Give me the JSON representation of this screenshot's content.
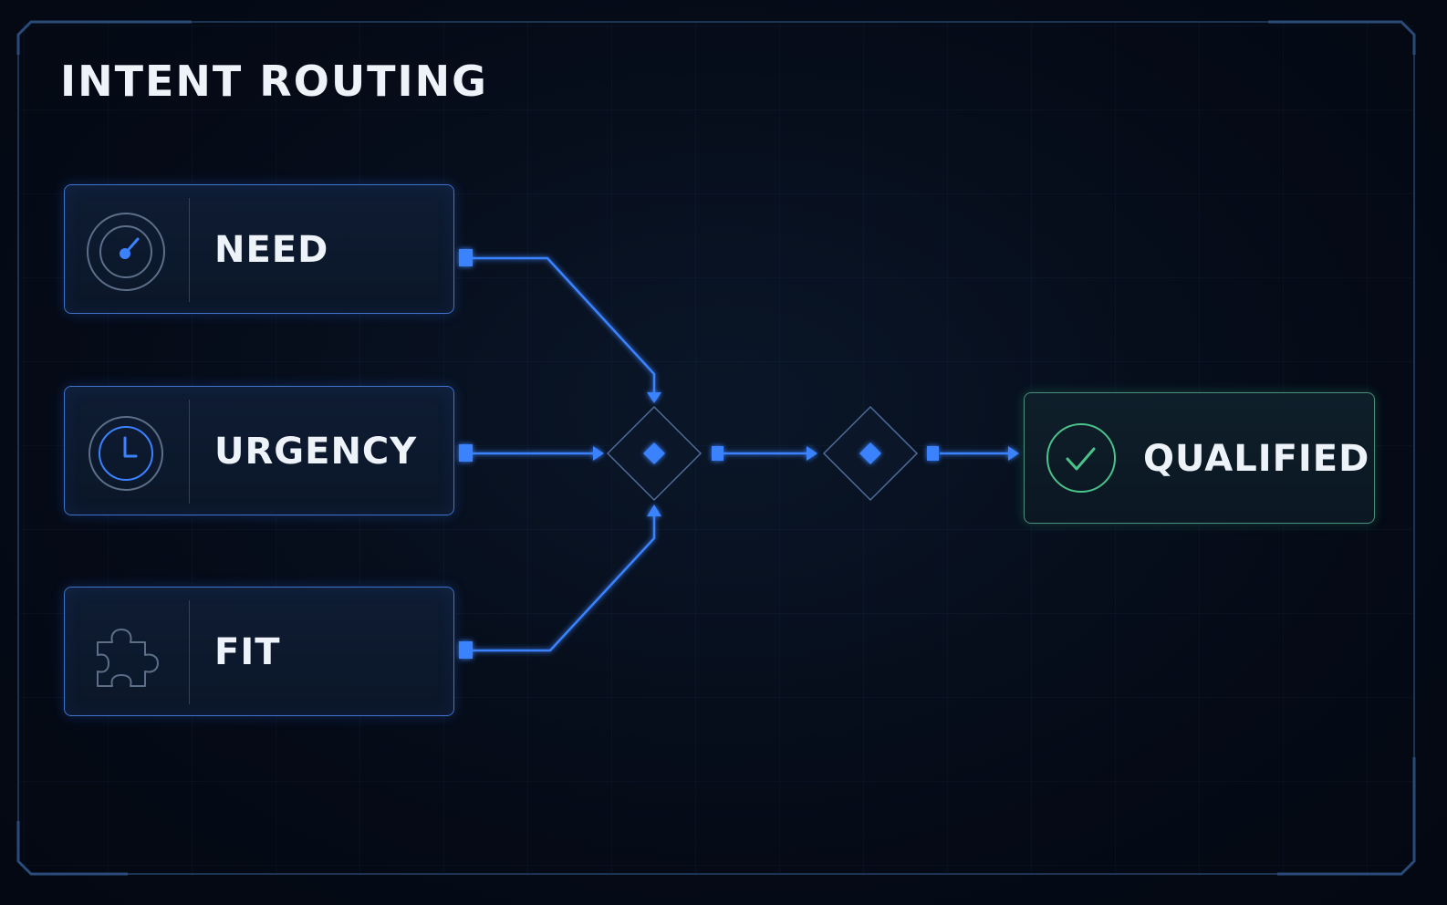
{
  "title": "INTENT ROUTING",
  "inputs": [
    {
      "label": "NEED",
      "icon": "target-icon"
    },
    {
      "label": "URGENCY",
      "icon": "clock-icon"
    },
    {
      "label": "FIT",
      "icon": "puzzle-icon"
    }
  ],
  "gates": [
    {
      "id": "merge-gate",
      "icon": "diamond-gate-icon"
    },
    {
      "id": "qualify-gate",
      "icon": "diamond-gate-icon"
    }
  ],
  "result": {
    "label": "QUALIFIED",
    "icon": "check-circle-icon"
  },
  "colors": {
    "background": "#040a14",
    "accent": "#3a82ff",
    "node_border": "#3f73c9",
    "success": "#4ac28a",
    "text": "#eef3fa"
  }
}
